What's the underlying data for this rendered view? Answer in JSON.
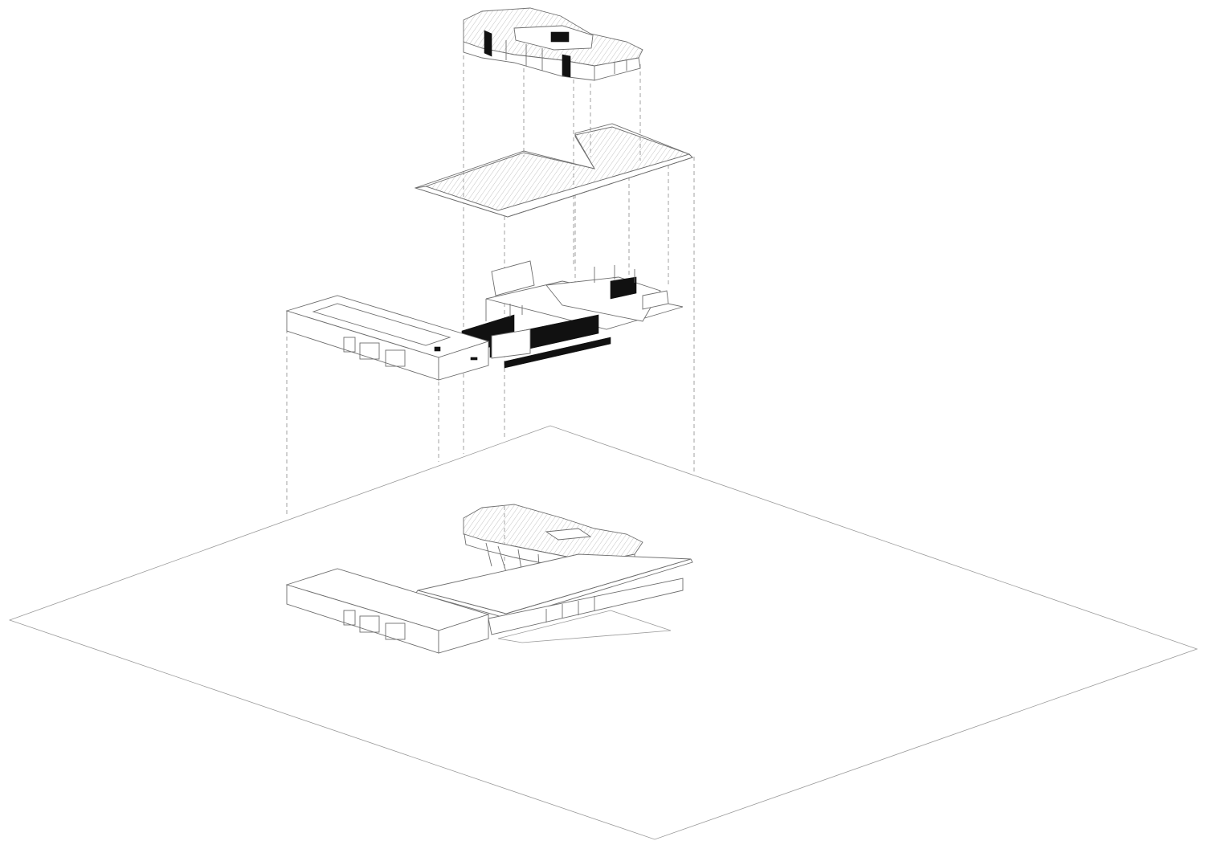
{
  "diagram": {
    "type": "exploded-axonometric",
    "components": [
      {
        "id": "upper-volume",
        "name": ""
      },
      {
        "id": "main-roof",
        "name": ""
      },
      {
        "id": "ground-floor-walls",
        "name": ""
      },
      {
        "id": "garage-block",
        "name": ""
      },
      {
        "id": "assembled-building",
        "name": ""
      },
      {
        "id": "site-plane",
        "name": ""
      }
    ],
    "colors": {
      "line": "#6e6e6e",
      "guide": "#8a8a8a",
      "fill_dark": "#111111",
      "background": "#ffffff"
    }
  }
}
